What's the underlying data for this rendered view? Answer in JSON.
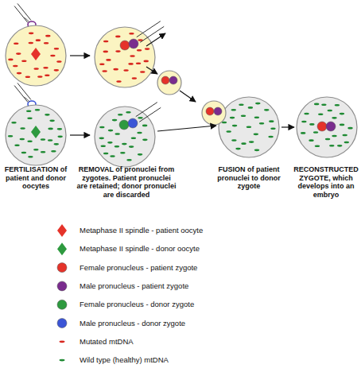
{
  "diagram": {
    "labels": [
      "FERTILISATION of patient and donor oocytes",
      "REMOVAL of pronuclei from zygotes. Patient pronuclei are retained; donor pronuclei are discarded",
      "FUSION of patient pronuclei to donor zygote",
      "RECONSTRUCTED ZYGOTE, which develops into an embryo"
    ],
    "legend": [
      {
        "text": "Metaphase II spindle - patient oocyte"
      },
      {
        "text": "Metaphase II spindle - donor oocyte"
      },
      {
        "text": "Female pronucleus - patient zygote"
      },
      {
        "text": "Male pronucleus - patient zygote"
      },
      {
        "text": "Female pronucleus - donor zygote"
      },
      {
        "text": "Male pronucleus - donor zygote"
      },
      {
        "text": "Mutated mtDNA"
      },
      {
        "text": "Wild type (healthy) mtDNA"
      }
    ]
  }
}
